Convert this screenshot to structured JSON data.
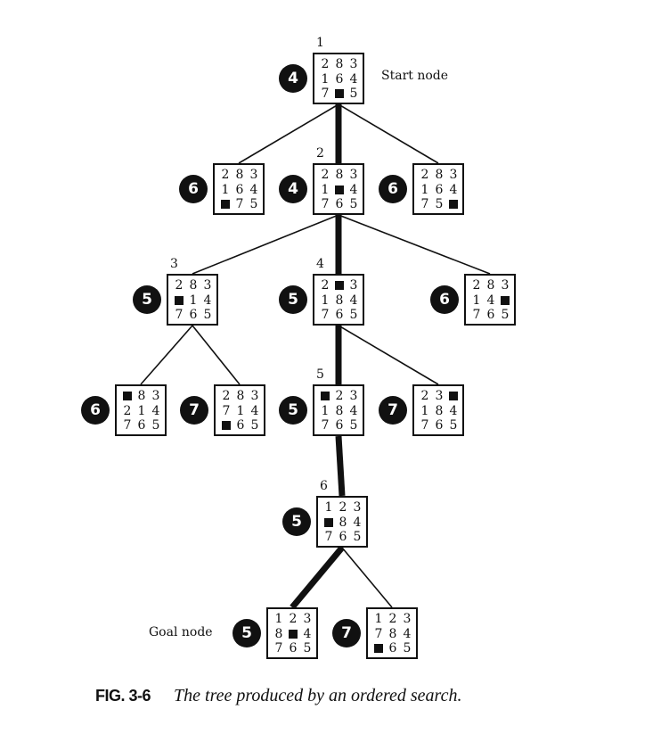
{
  "figure": {
    "caption_label": "FIG. 3-6",
    "caption_text": "The tree produced by an ordered search.",
    "start_label": "Start node",
    "goal_label": "Goal node"
  },
  "nodes": [
    {
      "id": "n1",
      "index": "1",
      "score": "4",
      "tiles": [
        "2",
        "8",
        "3",
        "1",
        "6",
        "4",
        "7",
        "B",
        "5"
      ]
    },
    {
      "id": "n2a",
      "index": "",
      "score": "6",
      "tiles": [
        "2",
        "8",
        "3",
        "1",
        "6",
        "4",
        "B",
        "7",
        "5"
      ]
    },
    {
      "id": "n2",
      "index": "2",
      "score": "4",
      "tiles": [
        "2",
        "8",
        "3",
        "1",
        "B",
        "4",
        "7",
        "6",
        "5"
      ]
    },
    {
      "id": "n2c",
      "index": "",
      "score": "6",
      "tiles": [
        "2",
        "8",
        "3",
        "1",
        "6",
        "4",
        "7",
        "5",
        "B"
      ]
    },
    {
      "id": "n3",
      "index": "3",
      "score": "5",
      "tiles": [
        "2",
        "8",
        "3",
        "B",
        "1",
        "4",
        "7",
        "6",
        "5"
      ]
    },
    {
      "id": "n4",
      "index": "4",
      "score": "5",
      "tiles": [
        "2",
        "B",
        "3",
        "1",
        "8",
        "4",
        "7",
        "6",
        "5"
      ]
    },
    {
      "id": "n3c",
      "index": "",
      "score": "6",
      "tiles": [
        "2",
        "8",
        "3",
        "1",
        "4",
        "B",
        "7",
        "6",
        "5"
      ]
    },
    {
      "id": "n4a",
      "index": "",
      "score": "6",
      "tiles": [
        "B",
        "8",
        "3",
        "2",
        "1",
        "4",
        "7",
        "6",
        "5"
      ]
    },
    {
      "id": "n4b",
      "index": "",
      "score": "7",
      "tiles": [
        "2",
        "8",
        "3",
        "7",
        "1",
        "4",
        "B",
        "6",
        "5"
      ]
    },
    {
      "id": "n5",
      "index": "5",
      "score": "5",
      "tiles": [
        "B",
        "2",
        "3",
        "1",
        "8",
        "4",
        "7",
        "6",
        "5"
      ]
    },
    {
      "id": "n4d",
      "index": "",
      "score": "7",
      "tiles": [
        "2",
        "3",
        "B",
        "1",
        "8",
        "4",
        "7",
        "6",
        "5"
      ]
    },
    {
      "id": "n6",
      "index": "6",
      "score": "5",
      "tiles": [
        "1",
        "2",
        "3",
        "B",
        "8",
        "4",
        "7",
        "6",
        "5"
      ]
    },
    {
      "id": "goal",
      "index": "",
      "score": "5",
      "tiles": [
        "1",
        "2",
        "3",
        "8",
        "B",
        "4",
        "7",
        "6",
        "5"
      ]
    },
    {
      "id": "n7b",
      "index": "",
      "score": "7",
      "tiles": [
        "1",
        "2",
        "3",
        "7",
        "8",
        "4",
        "B",
        "6",
        "5"
      ]
    }
  ],
  "edges": [
    {
      "from": "n1",
      "to": "n2a",
      "on_path": false
    },
    {
      "from": "n1",
      "to": "n2",
      "on_path": true
    },
    {
      "from": "n1",
      "to": "n2c",
      "on_path": false
    },
    {
      "from": "n2",
      "to": "n3",
      "on_path": false
    },
    {
      "from": "n2",
      "to": "n4",
      "on_path": true
    },
    {
      "from": "n2",
      "to": "n3c",
      "on_path": false
    },
    {
      "from": "n3",
      "to": "n4a",
      "on_path": false
    },
    {
      "from": "n3",
      "to": "n4b",
      "on_path": false
    },
    {
      "from": "n4",
      "to": "n5",
      "on_path": true
    },
    {
      "from": "n4",
      "to": "n4d",
      "on_path": false
    },
    {
      "from": "n5",
      "to": "n6",
      "on_path": true
    },
    {
      "from": "n6",
      "to": "goal",
      "on_path": true
    },
    {
      "from": "n6",
      "to": "n7b",
      "on_path": false
    }
  ]
}
